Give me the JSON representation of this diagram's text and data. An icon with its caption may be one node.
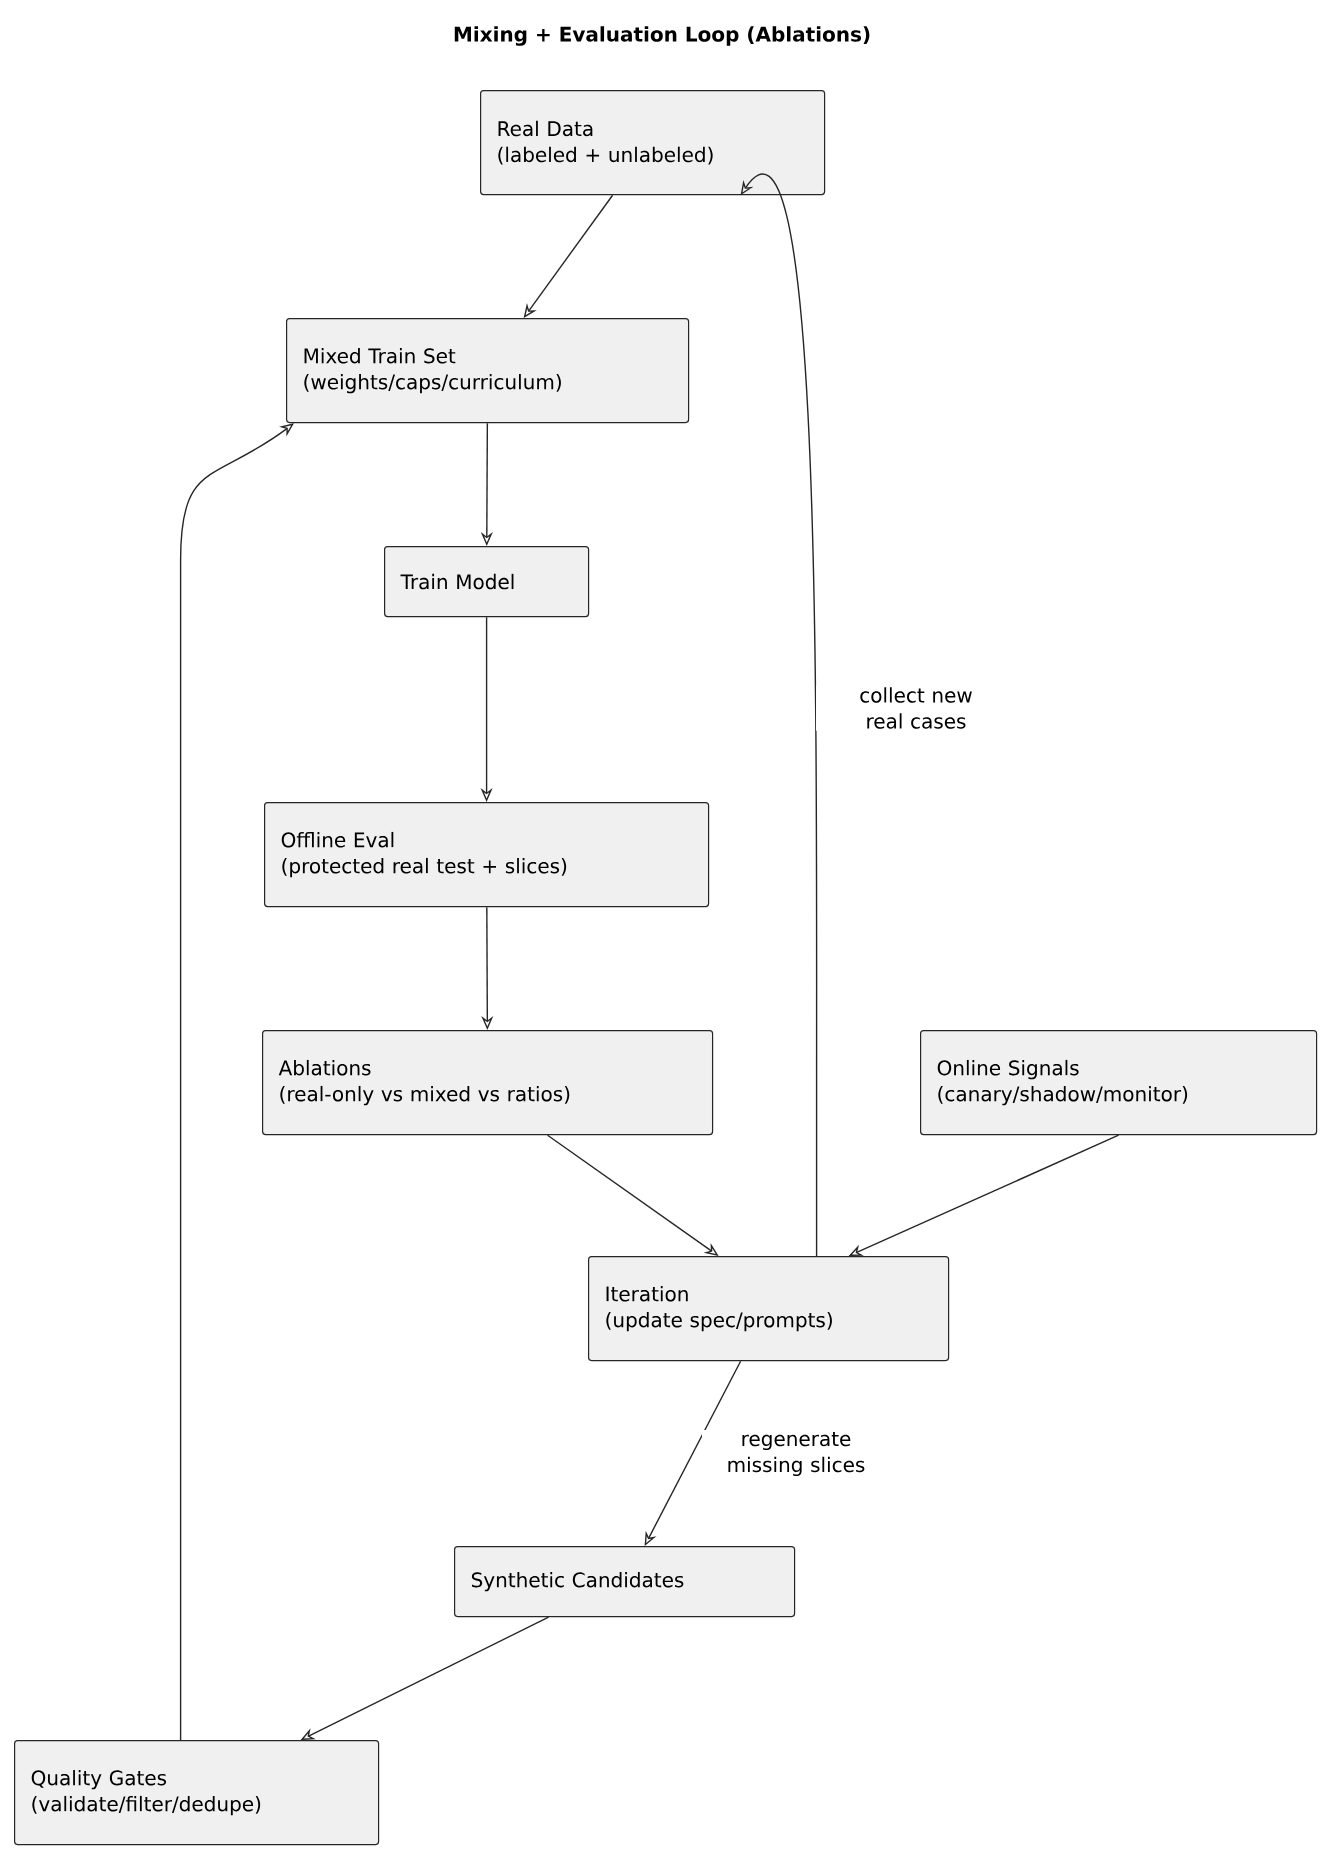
{
  "diagram": {
    "title": "Mixing + Evaluation Loop (Ablations)",
    "nodes": [
      {
        "text": [
          "Real Data",
          "(labeled + unlabeled)"
        ]
      },
      {
        "text": [
          "Mixed Train Set",
          "(weights/caps/curriculum)"
        ]
      },
      {
        "text": [
          "Train Model"
        ]
      },
      {
        "text": [
          "Offline Eval",
          "(protected real test + slices)"
        ]
      },
      {
        "text": [
          "Ablations",
          "(real-only vs mixed vs ratios)"
        ]
      },
      {
        "text": [
          "Online Signals",
          "(canary/shadow/monitor)"
        ]
      },
      {
        "text": [
          "Iteration",
          "(update spec/prompts)"
        ]
      },
      {
        "text": [
          "Synthetic Candidates"
        ]
      },
      {
        "text": [
          "Quality Gates",
          "(validate/filter/dedupe)"
        ]
      }
    ],
    "edges": [
      {
        "from": 0,
        "to": 1,
        "arrow": "to"
      },
      {
        "from": 1,
        "to": 2,
        "arrow": "to"
      },
      {
        "from": 2,
        "to": 3,
        "arrow": "to"
      },
      {
        "from": 3,
        "to": 4,
        "arrow": "to"
      },
      {
        "from": 4,
        "to": 6,
        "arrow": "to"
      },
      {
        "from": 5,
        "to": 6,
        "arrow": "to"
      },
      {
        "from": 6,
        "to": 0,
        "arrow": "to",
        "label": "collect new real cases"
      },
      {
        "from": 6,
        "to": 7,
        "arrow": "to",
        "label": "regenerate missing slices"
      },
      {
        "from": 7,
        "to": 8,
        "arrow": "to"
      },
      {
        "from": 8,
        "to": 1,
        "arrow": "to"
      }
    ]
  }
}
